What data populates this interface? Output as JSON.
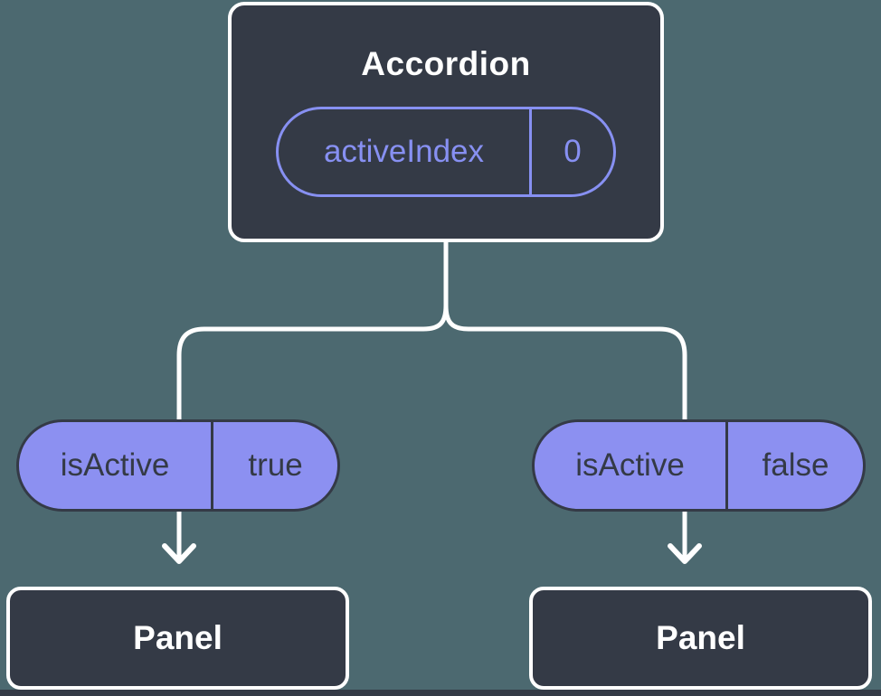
{
  "diagram": {
    "root": {
      "title": "Accordion",
      "state": {
        "name": "activeIndex",
        "value": "0"
      }
    },
    "children": [
      {
        "prop": {
          "name": "isActive",
          "value": "true"
        },
        "title": "Panel"
      },
      {
        "prop": {
          "name": "isActive",
          "value": "false"
        },
        "title": "Panel"
      }
    ],
    "colors": {
      "background": "#4C6970",
      "node_fill": "#343A46",
      "node_border": "#FFFFFF",
      "connector": "#FFFFFF",
      "state_outline": "#8790F2",
      "state_text": "#8790F2",
      "prop_fill": "#8C90F1",
      "prop_border": "#343A46",
      "prop_text": "#343A46",
      "title_text": "#FFFFFF"
    }
  }
}
